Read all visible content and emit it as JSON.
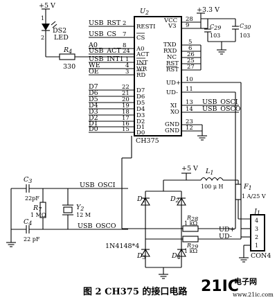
{
  "power": {
    "plus5v_top": "+5 V",
    "plus3v3": "+3.3 V",
    "plus5v_mid": "+5 V"
  },
  "led": {
    "ref": "DS2",
    "name": "LED",
    "pin1": "1",
    "pin2": "2"
  },
  "r4": {
    "ref": "R",
    "sub": "4",
    "value": "330"
  },
  "ic": {
    "ref": "U",
    "sub": "2",
    "part": "CH375",
    "left_pins": [
      {
        "num": "2",
        "name": "RESTI"
      },
      {
        "num": "7",
        "name": "CS"
      },
      {
        "num": "8",
        "name": "A0"
      },
      {
        "num": "24",
        "name": "ACT"
      },
      {
        "num": "1",
        "name": "INT"
      },
      {
        "num": "4",
        "name": "WR"
      },
      {
        "num": "3",
        "name": "RD"
      },
      {
        "num": "22",
        "name": "D7"
      },
      {
        "num": "21",
        "name": "D6"
      },
      {
        "num": "20",
        "name": "D5"
      },
      {
        "num": "19",
        "name": "D4"
      },
      {
        "num": "18",
        "name": "D3"
      },
      {
        "num": "17",
        "name": "D2"
      },
      {
        "num": "16",
        "name": "D1"
      },
      {
        "num": "15",
        "name": "D0"
      }
    ],
    "right_pins": [
      {
        "num": "28",
        "name": "VCC"
      },
      {
        "num": "9",
        "name": "V3"
      },
      {
        "num": "5",
        "name": "TXD"
      },
      {
        "num": "6",
        "name": "RXD"
      },
      {
        "num": "26",
        "name": "NC"
      },
      {
        "num": "25",
        "name": "RST"
      },
      {
        "num": "27",
        "name": "RST"
      },
      {
        "num": "10",
        "name": "UD+"
      },
      {
        "num": "11",
        "name": "UD-"
      },
      {
        "num": "13",
        "name": "XI"
      },
      {
        "num": "14",
        "name": "XO"
      },
      {
        "num": "23",
        "name": "GND"
      },
      {
        "num": "12",
        "name": "GND"
      }
    ]
  },
  "net_labels": {
    "usb_rst": "USB_RST",
    "usb_cs": "USB_CS",
    "a0": "A0",
    "usb_act": "USB_ACT",
    "usb_int1": "USB_INT1",
    "we": "WE",
    "oe": "OE",
    "d7": "D7",
    "d6": "D6",
    "d5": "D5",
    "d4": "D4",
    "d3": "D3",
    "d2": "D2",
    "d1": "D1",
    "d0": "D0",
    "usb_osci": "USB_OSCI",
    "usb_osco": "USB_OSCO",
    "usb_osci_bottom": "USB_OSCI",
    "usb_osco_bottom": "USB_OSCO",
    "udp": "UD+",
    "udm": "UD-"
  },
  "caps": {
    "c29": {
      "ref": "C",
      "sub": "29",
      "value": "103"
    },
    "c30": {
      "ref": "C",
      "sub": "30",
      "value": "103"
    },
    "c3": {
      "ref": "C",
      "sub": "3",
      "value": "22pF"
    },
    "c4": {
      "ref": "C",
      "sub": "4",
      "value": "22 pF"
    }
  },
  "crystal": {
    "r": {
      "ref": "R",
      "sub": "7",
      "value": "1 MΩ"
    },
    "y": {
      "ref": "Y",
      "sub": "2",
      "value": "12 M"
    }
  },
  "inductor": {
    "ref": "L",
    "sub": "1",
    "value": "100 μ H"
  },
  "fuse": {
    "ref": "F",
    "sub": "1",
    "value": "1 A/25 V"
  },
  "diodes": {
    "d1": "D",
    "d1s": "1",
    "d2": "D",
    "d2s": "2",
    "d3": "D",
    "d3s": "3",
    "d4": "D",
    "d4s": "4",
    "part": "1N4148*4"
  },
  "r28": {
    "ref": "R",
    "sub": "28",
    "value": "1 kΩ"
  },
  "r29": {
    "ref": "R",
    "sub": "29",
    "value": "1 kΩ"
  },
  "connector": {
    "ref": "J",
    "sub": "1",
    "name": "CON4",
    "pins": [
      "4",
      "3",
      "2",
      "1"
    ]
  },
  "caption": "图 2   CH375 的接口电路",
  "watermark": {
    "main": "21IC",
    "sub": "电子网",
    "url": "www.21ic.com"
  }
}
